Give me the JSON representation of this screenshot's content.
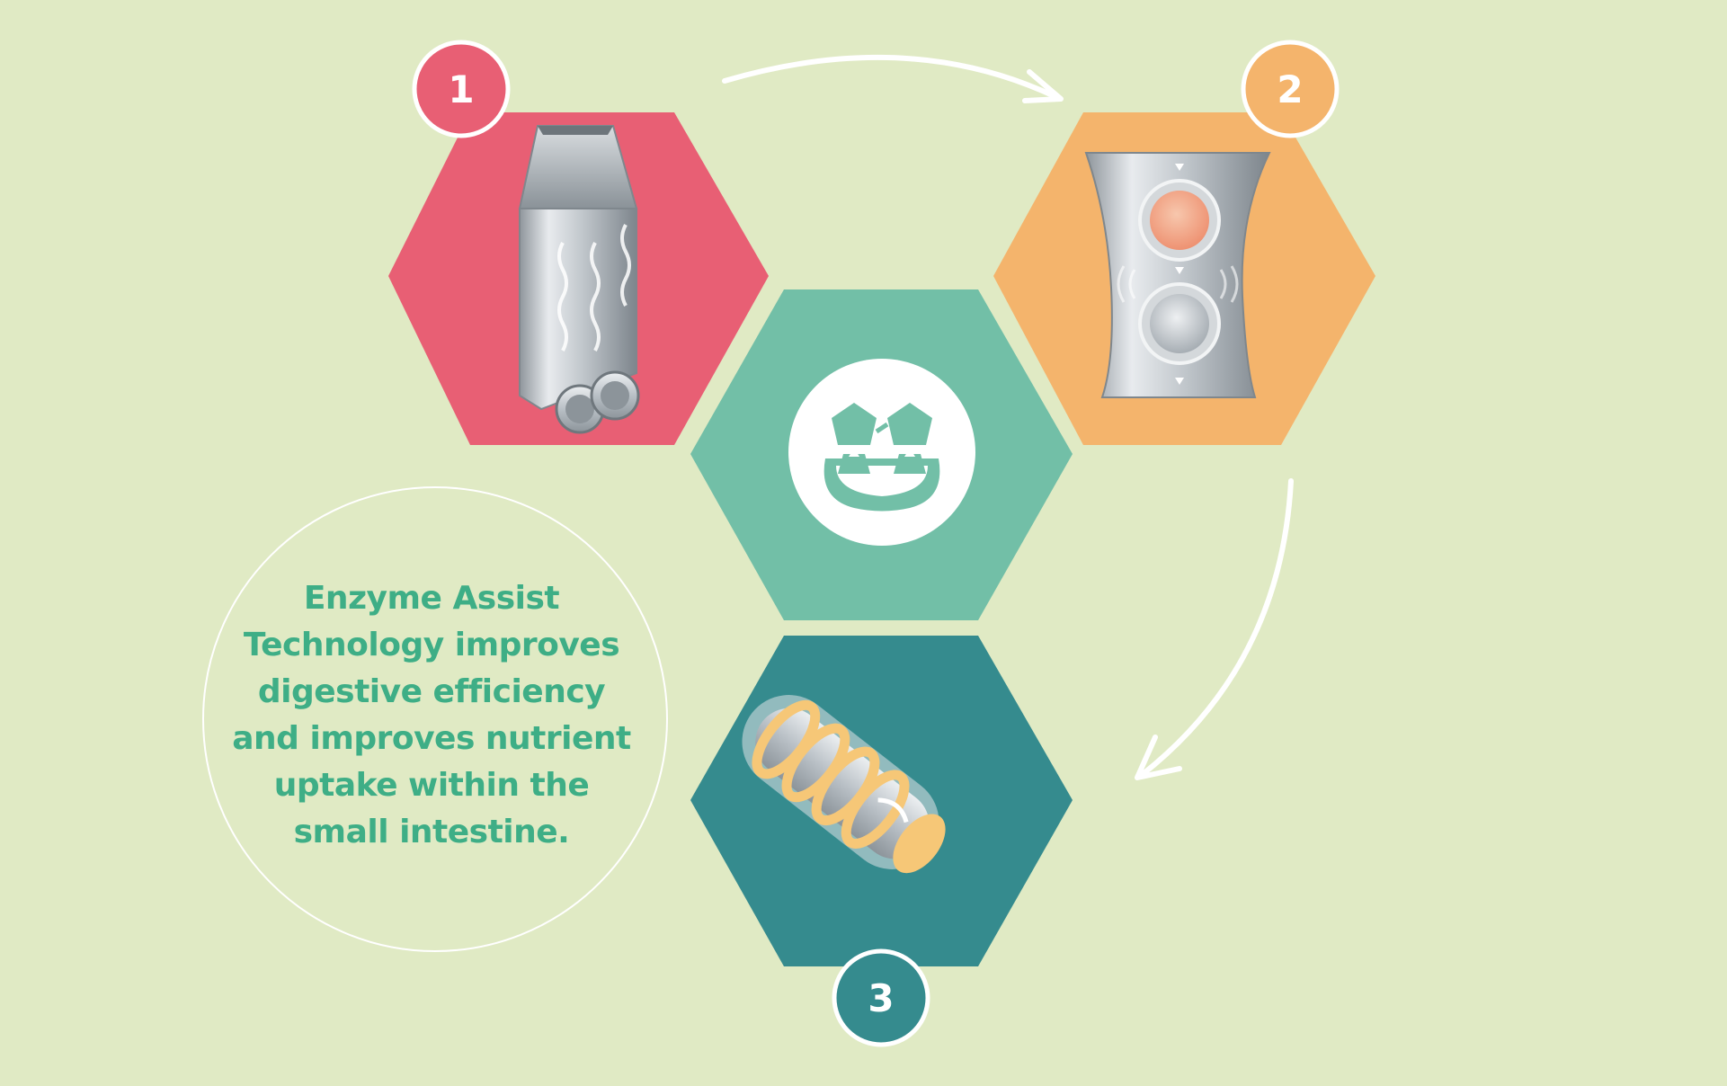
{
  "colors": {
    "background": "#e0eac4",
    "step1": "#e85f74",
    "step2": "#f4b46c",
    "center": "#72bfa7",
    "step3": "#358b8e",
    "text": "#3eae86",
    "arrow": "#ffffff"
  },
  "steps": [
    {
      "number": "1",
      "icon": "tower-mill-icon"
    },
    {
      "number": "2",
      "icon": "roller-compression-icon"
    },
    {
      "number": "3",
      "icon": "intestine-spiral-icon"
    }
  ],
  "center": {
    "icon": "enzyme-pentagon-icon"
  },
  "caption": {
    "text": "Enzyme Assist\nTechnology improves\ndigestive efficiency\nand improves nutrient\nuptake within the\nsmall intestine."
  }
}
